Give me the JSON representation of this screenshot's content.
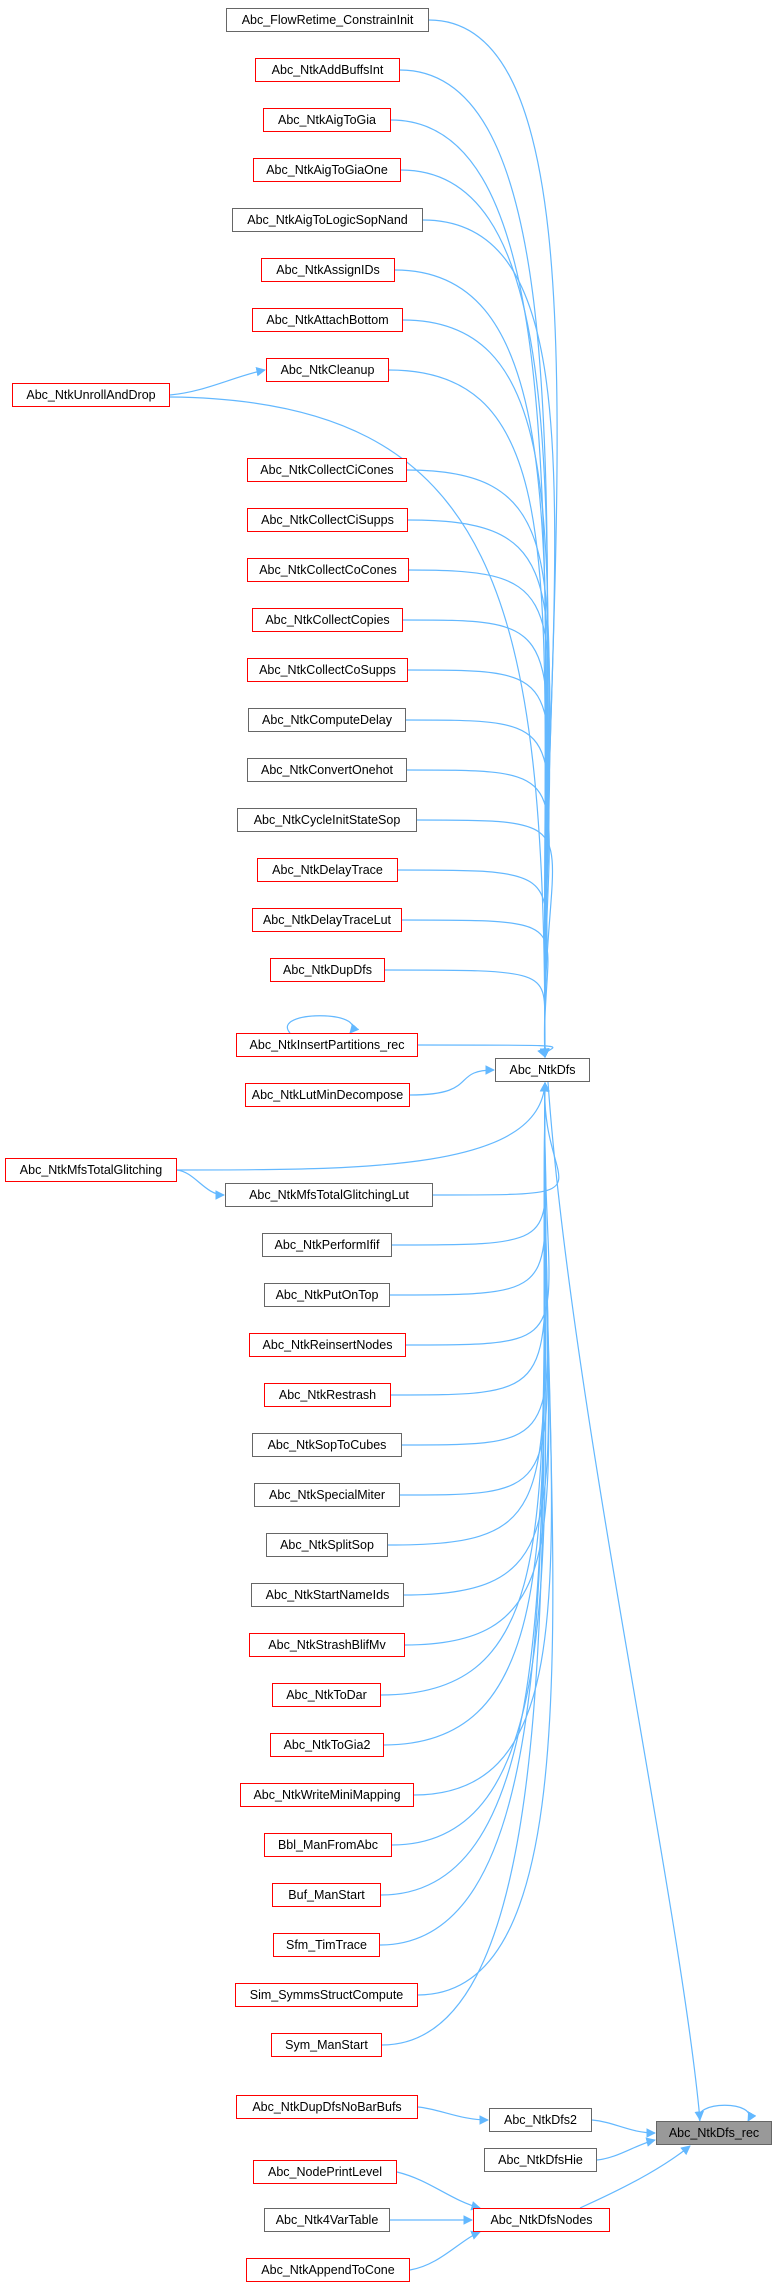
{
  "colors": {
    "edge": "#63b8ff",
    "node_border": "#666666",
    "node_border_incomplete": "#ff0000",
    "focus_fill": "#999999"
  },
  "nodes": {
    "n0": {
      "label": "Abc_FlowRetime_ConstrainInit",
      "incomplete": false
    },
    "n1": {
      "label": "Abc_NtkAddBuffsInt",
      "incomplete": true
    },
    "n2": {
      "label": "Abc_NtkAigToGia",
      "incomplete": true
    },
    "n3": {
      "label": "Abc_NtkAigToGiaOne",
      "incomplete": true
    },
    "n4": {
      "label": "Abc_NtkAigToLogicSopNand",
      "incomplete": false
    },
    "n5": {
      "label": "Abc_NtkAssignIDs",
      "incomplete": true
    },
    "n6": {
      "label": "Abc_NtkAttachBottom",
      "incomplete": true
    },
    "n7": {
      "label": "Abc_NtkCleanup",
      "incomplete": true
    },
    "n8": {
      "label": "Abc_NtkUnrollAndDrop",
      "incomplete": true
    },
    "n9": {
      "label": "Abc_NtkCollectCiCones",
      "incomplete": true
    },
    "n10": {
      "label": "Abc_NtkCollectCiSupps",
      "incomplete": true
    },
    "n11": {
      "label": "Abc_NtkCollectCoCones",
      "incomplete": true
    },
    "n12": {
      "label": "Abc_NtkCollectCopies",
      "incomplete": true
    },
    "n13": {
      "label": "Abc_NtkCollectCoSupps",
      "incomplete": true
    },
    "n14": {
      "label": "Abc_NtkComputeDelay",
      "incomplete": false
    },
    "n15": {
      "label": "Abc_NtkConvertOnehot",
      "incomplete": false
    },
    "n16": {
      "label": "Abc_NtkCycleInitStateSop",
      "incomplete": false
    },
    "n17": {
      "label": "Abc_NtkDelayTrace",
      "incomplete": true
    },
    "n18": {
      "label": "Abc_NtkDelayTraceLut",
      "incomplete": true
    },
    "n19": {
      "label": "Abc_NtkDupDfs",
      "incomplete": true
    },
    "n20": {
      "label": "Abc_NtkInsertPartitions_rec",
      "incomplete": true
    },
    "n21": {
      "label": "Abc_NtkLutMinDecompose",
      "incomplete": true
    },
    "n22": {
      "label": "Abc_NtkMfsTotalGlitching",
      "incomplete": true
    },
    "n23": {
      "label": "Abc_NtkMfsTotalGlitchingLut",
      "incomplete": false
    },
    "n24": {
      "label": "Abc_NtkPerformIfif",
      "incomplete": false
    },
    "n25": {
      "label": "Abc_NtkPutOnTop",
      "incomplete": false
    },
    "n26": {
      "label": "Abc_NtkReinsertNodes",
      "incomplete": true
    },
    "n27": {
      "label": "Abc_NtkRestrash",
      "incomplete": true
    },
    "n28": {
      "label": "Abc_NtkSopToCubes",
      "incomplete": false
    },
    "n29": {
      "label": "Abc_NtkSpecialMiter",
      "incomplete": false
    },
    "n30": {
      "label": "Abc_NtkSplitSop",
      "incomplete": false
    },
    "n31": {
      "label": "Abc_NtkStartNameIds",
      "incomplete": false
    },
    "n32": {
      "label": "Abc_NtkStrashBlifMv",
      "incomplete": true
    },
    "n33": {
      "label": "Abc_NtkToDar",
      "incomplete": true
    },
    "n34": {
      "label": "Abc_NtkToGia2",
      "incomplete": true
    },
    "n35": {
      "label": "Abc_NtkWriteMiniMapping",
      "incomplete": true
    },
    "n36": {
      "label": "Bbl_ManFromAbc",
      "incomplete": true
    },
    "n37": {
      "label": "Buf_ManStart",
      "incomplete": true
    },
    "n38": {
      "label": "Sfm_TimTrace",
      "incomplete": true
    },
    "n39": {
      "label": "Sim_SymmsStructCompute",
      "incomplete": true
    },
    "n40": {
      "label": "Sym_ManStart",
      "incomplete": true
    },
    "dfs": {
      "label": "Abc_NtkDfs",
      "incomplete": false
    },
    "dupbar": {
      "label": "Abc_NtkDupDfsNoBarBufs",
      "incomplete": true
    },
    "dfs2": {
      "label": "Abc_NtkDfs2",
      "incomplete": false
    },
    "dfshie": {
      "label": "Abc_NtkDfsHie",
      "incomplete": false
    },
    "focus": {
      "label": "Abc_NtkDfs_rec",
      "incomplete": false
    },
    "nodeprint": {
      "label": "Abc_NodePrintLevel",
      "incomplete": true
    },
    "dfsnodes": {
      "label": "Abc_NtkDfsNodes",
      "incomplete": true
    },
    "ntk4": {
      "label": "Abc_Ntk4VarTable",
      "incomplete": false
    },
    "append": {
      "label": "Abc_NtkAppendToCone",
      "incomplete": true
    }
  }
}
